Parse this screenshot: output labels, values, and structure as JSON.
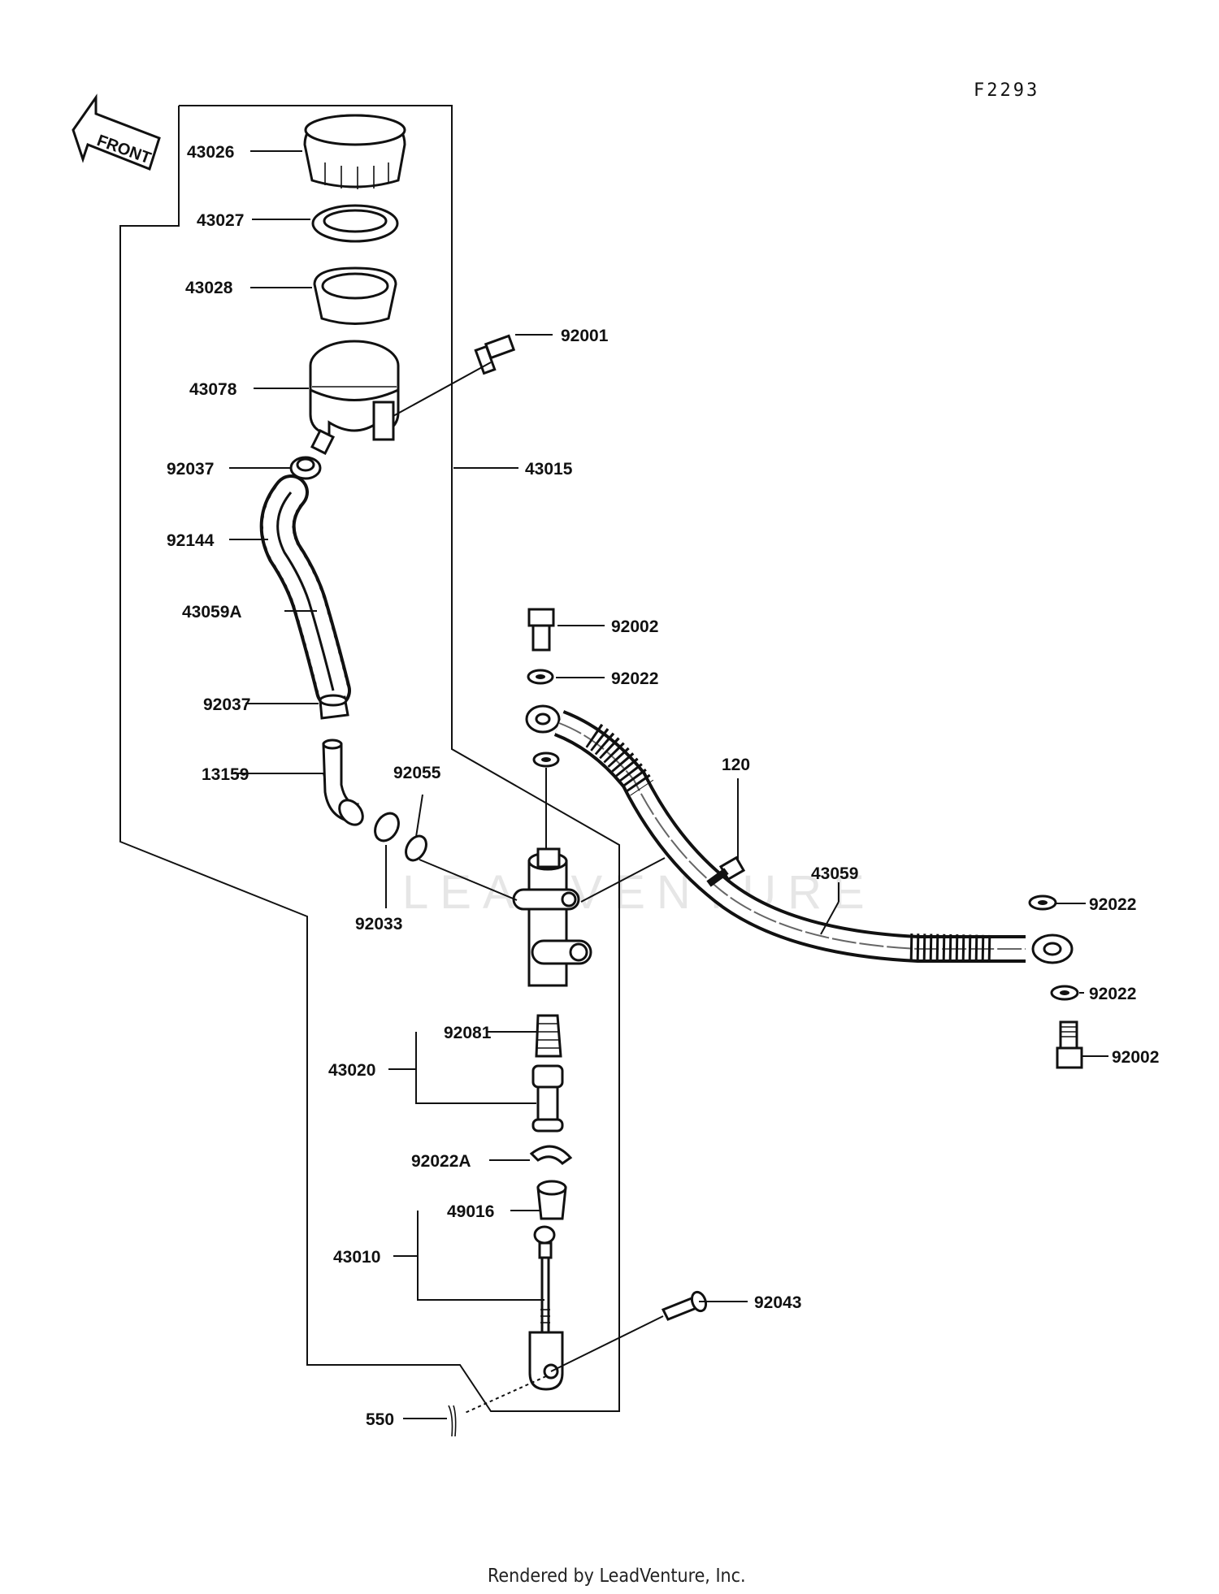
{
  "diagram_code": "F2293",
  "front_label": "FRONT",
  "watermark": "LEADVENTURE",
  "footer_credit": "Rendered by LeadVenture, Inc.",
  "labels": {
    "p43026": "43026",
    "p43027": "43027",
    "p43028": "43028",
    "p92001": "92001",
    "p43078": "43078",
    "p43015": "43015",
    "p92037_top": "92037",
    "p92144": "92144",
    "p43059A": "43059A",
    "p92037_bottom": "92037",
    "p13159": "13159",
    "p92055": "92055",
    "p92033": "92033",
    "p92002_top": "92002",
    "p92022_top": "92022",
    "p120": "120",
    "p43059": "43059",
    "p92022_right1": "92022",
    "p92022_right2": "92022",
    "p92002_right": "92002",
    "p92081": "92081",
    "p43020": "43020",
    "p92022A": "92022A",
    "p49016": "49016",
    "p43010": "43010",
    "p92043": "92043",
    "p550": "550"
  }
}
